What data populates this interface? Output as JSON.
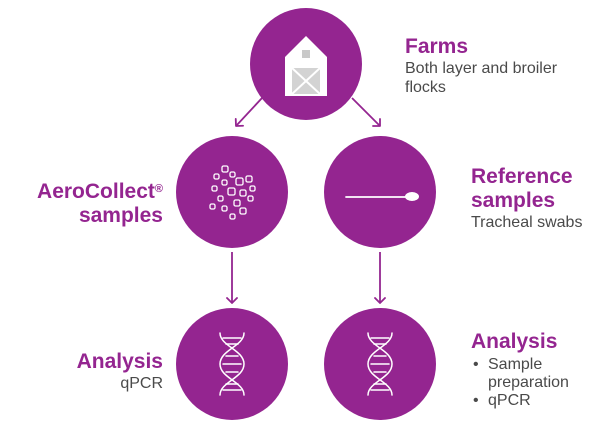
{
  "colors": {
    "accent": "#942590",
    "arrow": "#942590",
    "text": "#4a4a4a"
  },
  "nodes": {
    "farms": {
      "title": "Farms",
      "subtitle": "Both layer and broiler flocks",
      "icon": "barn-icon"
    },
    "aerocollect": {
      "title_line1": "AeroCollect",
      "registered": "®",
      "title_line2": "samples",
      "icon": "particles-icon"
    },
    "reference": {
      "title_line1": "Reference",
      "title_line2": "samples",
      "subtitle": "Tracheal swabs",
      "icon": "swab-icon"
    },
    "analysis_left": {
      "title": "Analysis",
      "subtitle": "qPCR",
      "icon": "dna-icon"
    },
    "analysis_right": {
      "title": "Analysis",
      "bullets": [
        "Sample preparation",
        "qPCR"
      ],
      "icon": "dna-icon"
    }
  }
}
